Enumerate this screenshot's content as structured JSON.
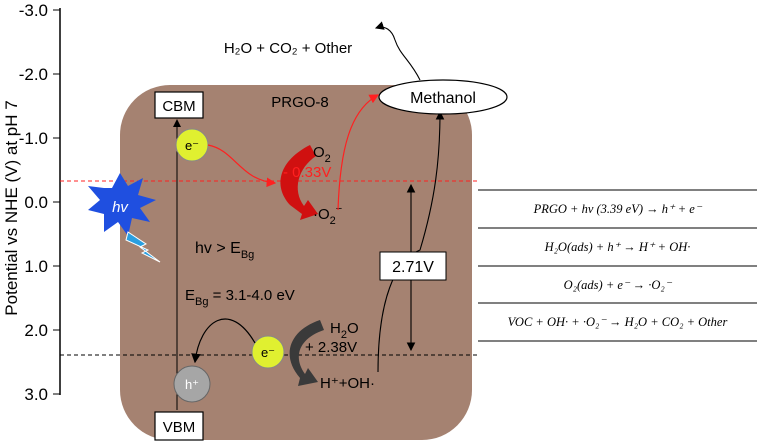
{
  "axis": {
    "ylabel": "Potential vs NHE (V) at pH 7",
    "ticks": [
      "-3.0",
      "-2.0",
      "-1.0",
      "0.0",
      "1.0",
      "2.0",
      "3.0"
    ]
  },
  "diagram": {
    "material_label": "PRGO-8",
    "cbm_label": "CBM",
    "vbm_label": "VBM",
    "electron_label": "e⁻",
    "hole_label": "h⁺",
    "hv_label": "hv",
    "excitation_label": "hv > E",
    "excitation_sub": "Bg",
    "bandgap_label_prefix": "E",
    "bandgap_label_sub": "Bg",
    "bandgap_label_suffix": " = 3.1-4.0 eV",
    "reduction_potential": "- 0.33V",
    "oxidation_potential": "+ 2.38V",
    "potential_gap": "2.71V",
    "o2_label": "O",
    "o2_sub": "2",
    "superoxide_label": "·O",
    "superoxide_sub": "2",
    "superoxide_sup": "−",
    "h2o_label": "H",
    "h2o_sub": "2",
    "h2o_tail": "O",
    "products_label": "H⁺+OH·",
    "methanol_label": "Methanol",
    "final_products": "H₂O + CO₂ + Other"
  },
  "equations": [
    "PRGO + hv (3.39 eV) → h⁺ + e⁻",
    "H₂O(ads) + h⁺ → H⁺ + OH·",
    "O₂(ads) + e⁻ → ·O₂⁻",
    "VOC + OH· + ·O₂⁻ → H₂O + CO₂ + Other"
  ],
  "colors": {
    "background_box": "#a58271",
    "electron": "#e0f030",
    "hole": "#a6a6a6",
    "reduction_line": "#ff2020",
    "oxidation_line": "#333333",
    "burst": "#1f4fe0",
    "lightning": "#2a9fe0"
  }
}
